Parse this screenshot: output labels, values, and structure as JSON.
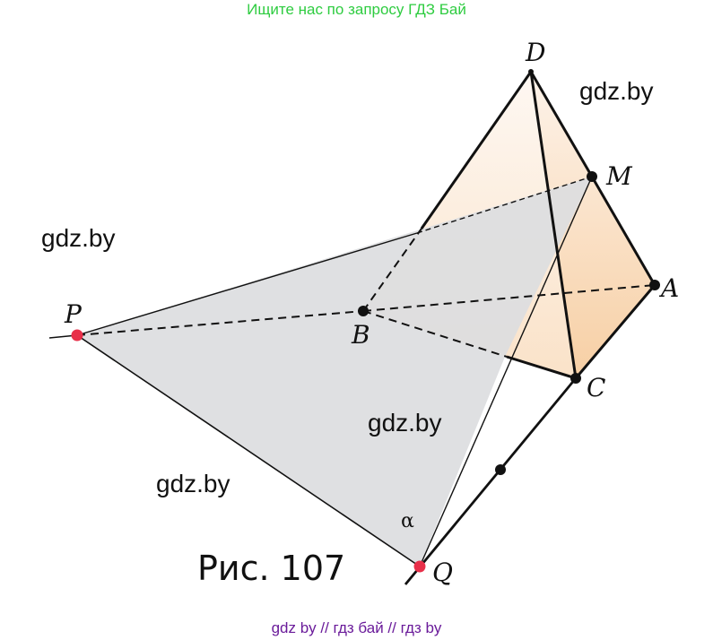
{
  "header": {
    "text": "Ищите нас по запросу ГДЗ Бай"
  },
  "footer": {
    "text": "gdz by  //  гдз бай  //  гдз by"
  },
  "watermarks": [
    "gdz.by",
    "gdz.by",
    "gdz.by",
    "gdz.by"
  ],
  "figure": {
    "caption": "Рис.  107",
    "plane_label": "α",
    "vertices": {
      "D": "D",
      "M": "M",
      "A": "A",
      "B": "B",
      "C": "C",
      "P": "P",
      "Q": "Q"
    }
  },
  "colors": {
    "plane_fill": "#dcdde0",
    "tetra_fill": "#f7cfa4",
    "edge": "#111111",
    "point_black": "#111111",
    "point_red": "#e8304a",
    "header_green": "#2ecc40",
    "footer_purple": "#6a1b9a"
  }
}
